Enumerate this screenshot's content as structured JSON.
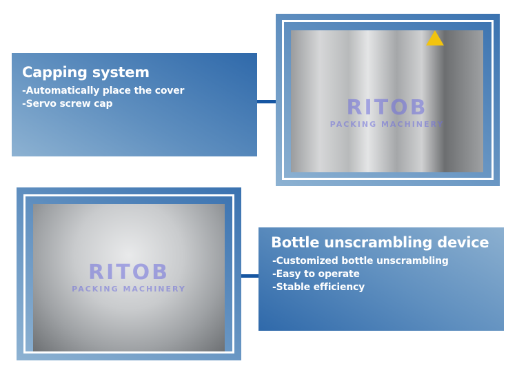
{
  "capping": {
    "title": "Capping system",
    "features": [
      "-Automatically place the cover",
      "-Servo screw cap"
    ]
  },
  "unscrambling": {
    "title": "Bottle unscrambling device",
    "features": [
      "-Customized bottle unscrambling",
      "-Easy to operate",
      "-Stable efficiency"
    ]
  },
  "watermark": {
    "brand": "RITOB",
    "sub": "PACKING MACHINERY"
  },
  "colors": {
    "accent": "#1656a2",
    "gradient_dark": "#2f69aa",
    "gradient_light": "#8db2d2"
  }
}
